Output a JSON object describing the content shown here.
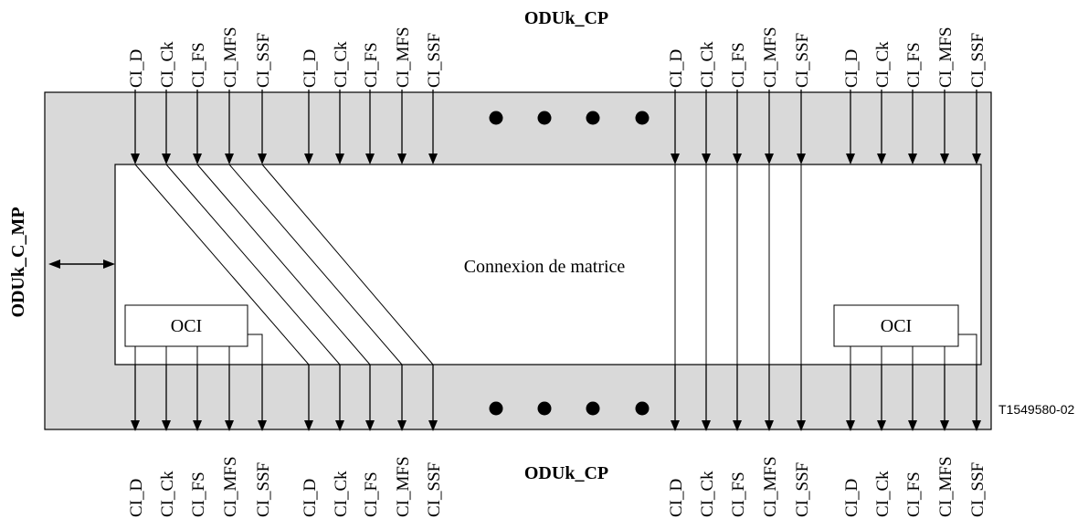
{
  "diagram": {
    "top_port_label": "ODUk_CP",
    "bottom_port_label": "ODUk_CP",
    "management_port_label": "ODUk_C_MP",
    "matrix_label": "Connexion de matrice",
    "oci_left_label": "OCI",
    "oci_right_label": "OCI",
    "figure_id": "T1549580-02",
    "ellipsis": "● ● ● ●",
    "signal_groups": [
      {
        "signals": [
          "CI_D",
          "CI_Ck",
          "CI_FS",
          "CI_MFS",
          "CI_SSF"
        ]
      },
      {
        "signals": [
          "CI_D",
          "CI_Ck",
          "CI_FS",
          "CI_MFS",
          "CI_SSF"
        ]
      },
      {
        "signals": [
          "CI_D",
          "CI_Ck",
          "CI_FS",
          "CI_MFS",
          "CI_SSF"
        ]
      },
      {
        "signals": [
          "CI_D",
          "CI_Ck",
          "CI_FS",
          "CI_MFS",
          "CI_SSF"
        ]
      }
    ]
  },
  "colors": {
    "outer_fill": "#d9d9d9",
    "inner_fill": "#ffffff",
    "stroke": "#000000"
  }
}
